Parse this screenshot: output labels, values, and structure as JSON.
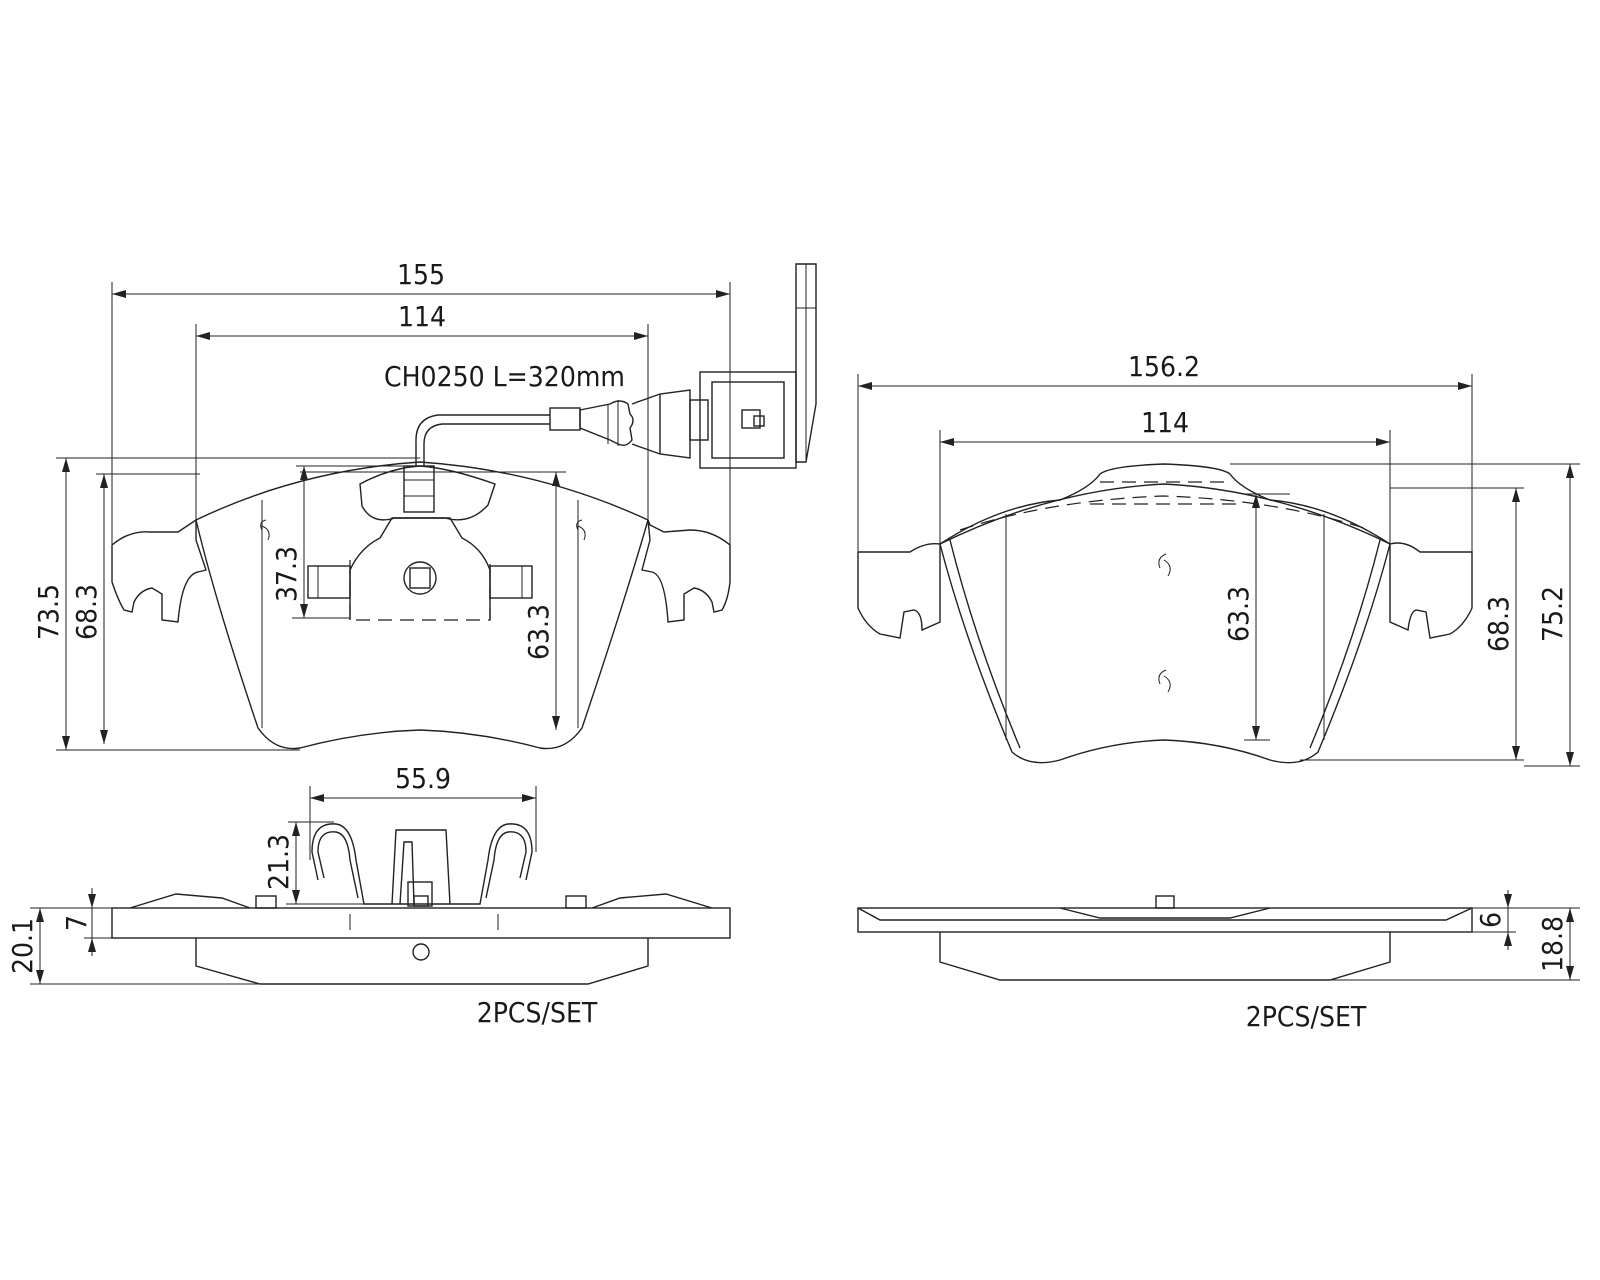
{
  "pad_left": {
    "width_overall": "155",
    "width_inner": "114",
    "height_overall": "73.5",
    "height_body": "68.3",
    "height_friction": "63.3",
    "height_center": "37.3",
    "sensor_label": "CH0250 L=320mm",
    "clip_width": "55.9",
    "clip_height": "21.3",
    "thickness_total": "20.1",
    "thickness_plate": "7",
    "set_label": "2PCS/SET"
  },
  "pad_right": {
    "width_overall": "156.2",
    "width_inner": "114",
    "height_overall": "75.2",
    "height_body": "68.3",
    "height_friction": "63.3",
    "thickness_total": "18.8",
    "thickness_plate": "6",
    "set_label": "2PCS/SET"
  }
}
